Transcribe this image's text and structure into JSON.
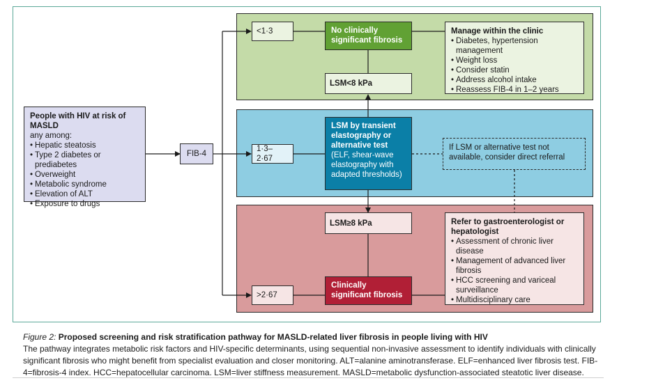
{
  "start": {
    "title": "People with HIV at risk of MASLD",
    "subtitle": "any among:",
    "items": [
      "Hepatic steatosis",
      "Type 2 diabetes or prediabetes",
      "Overweight",
      "Metabolic syndrome",
      "Elevation of ALT",
      "Exposure to drugs"
    ]
  },
  "fib4_label": "FIB-4",
  "thresholds": {
    "low": "<1·3",
    "mid": "1·3–2·67",
    "high": ">2·67"
  },
  "low_risk": {
    "outcome": "No clinically significant fibrosis",
    "lsm": "LSM<8 kPa",
    "manage_title": "Manage within the clinic",
    "manage_items": [
      "Diabetes, hypertension management",
      "Weight loss",
      "Consider statin",
      "Address alcohol intake",
      "Reassess FIB-4 in 1–2 years"
    ]
  },
  "intermediate": {
    "test_title": "LSM by transient elastography or alternative test",
    "test_detail": "(ELF, shear-wave elastography with adapted thresholds)",
    "fallback": "If LSM or alternative test not available, consider direct referral"
  },
  "high_risk": {
    "lsm": "LSM≥8 kPa",
    "outcome": "Clinically significant fibrosis",
    "refer_title": "Refer to gastroenterologist or hepatologist",
    "refer_items": [
      "Assessment of chronic liver disease",
      "Management of advanced liver fibrosis",
      "HCC screening and variceal surveillance",
      "Multidisciplinary care"
    ]
  },
  "caption": {
    "figure_label": "Figure 2:",
    "title": "Proposed screening and risk stratification pathway for MASLD-related liver fibrosis in people living with HIV",
    "body": "The pathway integrates metabolic risk factors and HIV-specific determinants, using sequential non-invasive assessment to identify individuals with clinically significant fibrosis  who might benefit from specialist evaluation and closer monitoring. ALT=alanine aminotransferase. ELF=enhanced liver fibrosis test. FIB-4=fibrosis-4 index. HCC=hepatocellular carcinoma. LSM=liver stiffness measurement. MASLD=metabolic dysfunction-associated steatotic liver disease."
  },
  "colors": {
    "frame": "#5aa897",
    "band_green": "#c4dba8",
    "band_blue": "#8ecde2",
    "band_red": "#d99b9c",
    "outcome_green": "#61a134",
    "test_blue": "#0b7fa7",
    "outcome_red": "#b11f36",
    "start_purple": "#dcdcf0"
  }
}
